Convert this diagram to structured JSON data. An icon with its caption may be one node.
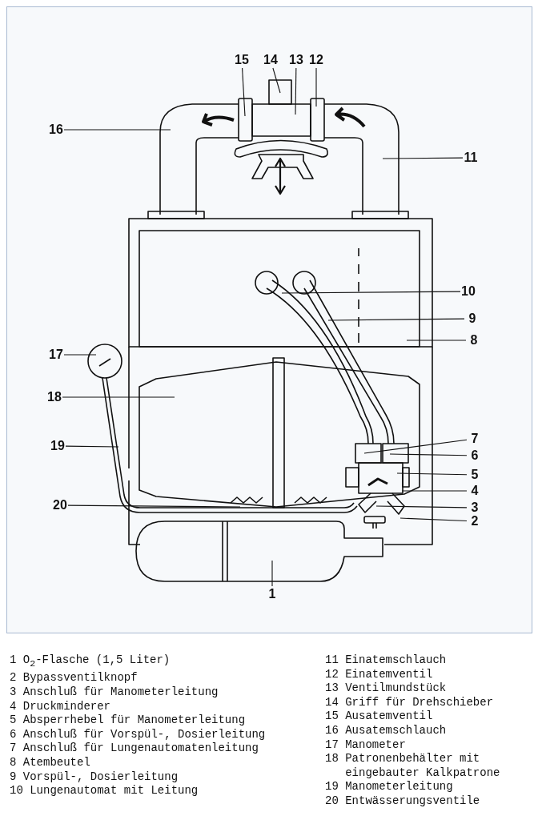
{
  "diagram": {
    "nodes": [
      {
        "text": [
          "15"
        ]
      },
      {
        "text": [
          "14"
        ]
      },
      {
        "text": [
          "13"
        ]
      },
      {
        "text": [
          "12"
        ]
      },
      {
        "text": [
          "16"
        ]
      },
      {
        "text": [
          "11"
        ]
      },
      {
        "text": [
          "10"
        ]
      },
      {
        "text": [
          "9"
        ]
      },
      {
        "text": [
          "8"
        ]
      },
      {
        "text": [
          "17"
        ]
      },
      {
        "text": [
          "18"
        ]
      },
      {
        "text": [
          "19"
        ]
      },
      {
        "text": [
          "7"
        ]
      },
      {
        "text": [
          "6"
        ]
      },
      {
        "text": [
          "5"
        ]
      },
      {
        "text": [
          "4"
        ]
      },
      {
        "text": [
          "20"
        ]
      },
      {
        "text": [
          "3"
        ]
      },
      {
        "text": [
          "2"
        ]
      },
      {
        "text": [
          "1"
        ]
      }
    ],
    "edges": [
      {
        "from": 0,
        "to": null,
        "arrow": "none"
      },
      {
        "from": 1,
        "to": null,
        "arrow": "none"
      },
      {
        "from": 2,
        "to": null,
        "arrow": "none"
      },
      {
        "from": 3,
        "to": null,
        "arrow": "none"
      },
      {
        "from": 4,
        "to": null,
        "arrow": "none"
      },
      {
        "from": 5,
        "to": null,
        "arrow": "none"
      },
      {
        "from": 6,
        "to": null,
        "arrow": "none"
      },
      {
        "from": 7,
        "to": null,
        "arrow": "none"
      },
      {
        "from": 8,
        "to": null,
        "arrow": "none"
      },
      {
        "from": 9,
        "to": null,
        "arrow": "none"
      },
      {
        "from": 10,
        "to": null,
        "arrow": "none"
      },
      {
        "from": 11,
        "to": null,
        "arrow": "none"
      },
      {
        "from": 12,
        "to": null,
        "arrow": "none"
      },
      {
        "from": 13,
        "to": null,
        "arrow": "none"
      },
      {
        "from": 14,
        "to": null,
        "arrow": "none"
      },
      {
        "from": 15,
        "to": null,
        "arrow": "none"
      },
      {
        "from": 16,
        "to": null,
        "arrow": "none"
      },
      {
        "from": 17,
        "to": null,
        "arrow": "none"
      },
      {
        "from": 18,
        "to": null,
        "arrow": "none"
      },
      {
        "from": 19,
        "to": null,
        "arrow": "none"
      }
    ],
    "labels": [
      "1 O$_{2}$-Flasche (1,5 Liter)",
      "2 Bypassventilknopf",
      "3 Anschluß für Manometerleitung",
      "4 Druckminderer",
      "5 Absperrhebel für Manometerleitung",
      "6 Anschluß für Vorspül-, Dosierleitung",
      "7 Anschluß für Lungenautomatenleitung",
      "8 Atembeutel",
      "9 Vorspül-, Dosierleitung",
      "10 Lungenautomat mit Leitung",
      "11 Einatemschlauch",
      "12 Einatemventil",
      "13 Ventilmundstück",
      "14 Griff für Drehschieber",
      "15 Ausatemventil",
      "16 Ausatemschlauch",
      "17 Manometer",
      "18 Patronenbehälter mit eingebauter Kalkpatrone",
      "19 Manometerleitung",
      "20 Entwässerungsventile"
    ]
  }
}
